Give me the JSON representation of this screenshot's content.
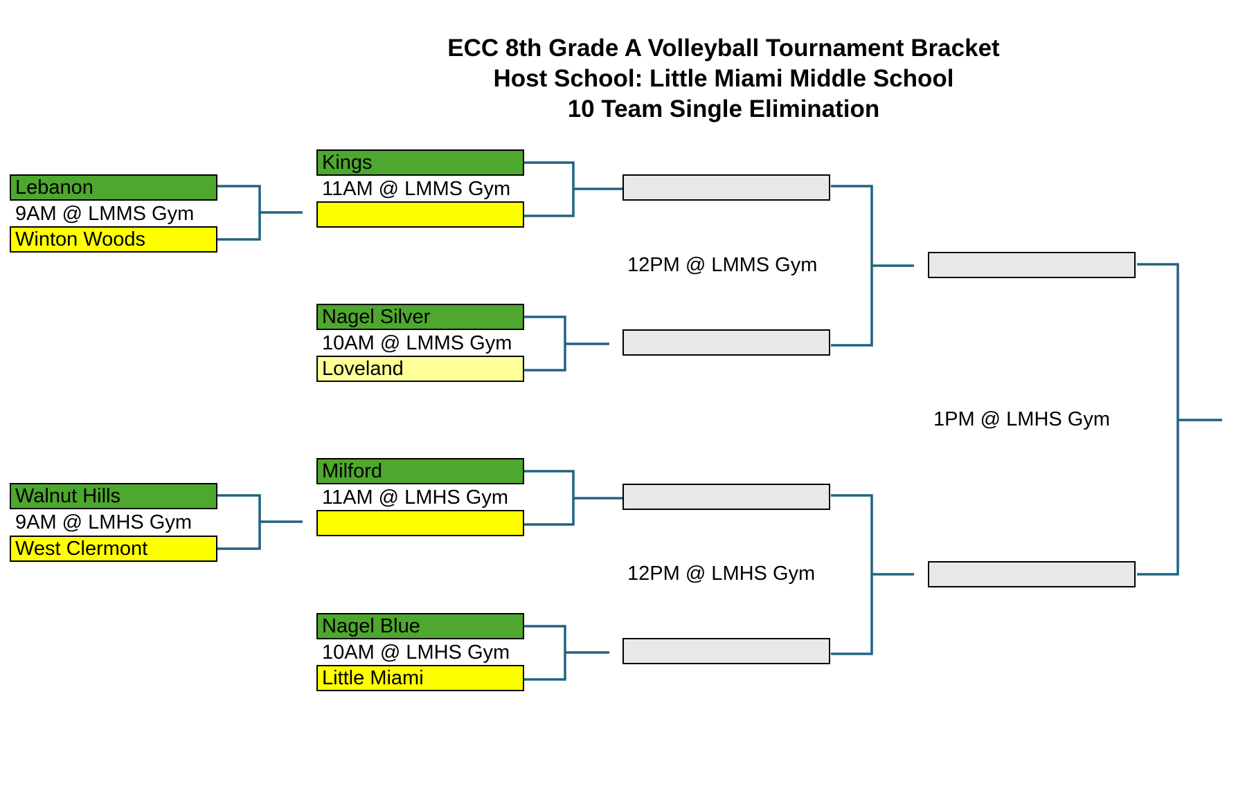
{
  "title": {
    "line1": "ECC 8th Grade A Volleyball Tournament Bracket",
    "line2": "Host School: Little Miami Middle School",
    "line3": "10 Team Single Elimination"
  },
  "colors": {
    "seed_green": "#4ea72e",
    "yellow": "#ffff00",
    "pale_yellow": "#ffff99",
    "empty_grey": "#e8e8e8",
    "connector": "#1f6480"
  },
  "round1": [
    {
      "top": "Lebanon",
      "time": "9AM @ LMMS Gym",
      "bottom": "Winton Woods"
    },
    {
      "top": "Walnut Hills",
      "time": "9AM @ LMHS Gym",
      "bottom": "West Clermont"
    }
  ],
  "round2": [
    {
      "top": "Kings",
      "time": "11AM @ LMMS Gym",
      "bottom": ""
    },
    {
      "top": "Nagel Silver",
      "time": "10AM @ LMMS Gym",
      "bottom": "Loveland"
    },
    {
      "top": "Milford",
      "time": "11AM @ LMHS Gym",
      "bottom": ""
    },
    {
      "top": "Nagel Blue",
      "time": "10AM @ LMHS Gym",
      "bottom": "Little Miami"
    }
  ],
  "semifinal_times": [
    "12PM @ LMMS Gym",
    "12PM @ LMHS Gym"
  ],
  "final_time": "1PM @ LMHS Gym"
}
